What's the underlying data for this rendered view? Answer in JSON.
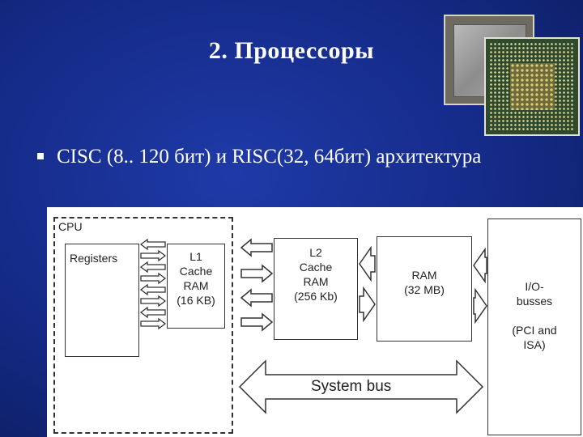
{
  "slide": {
    "title": "2. Процессоры",
    "bullets": [
      {
        "text": "CISC (8.. 120 бит) и RISC(32, 64бит) архитектура"
      }
    ]
  },
  "images": {
    "chip_back": "cpu-chip-lid-image",
    "chip_front": "cpu-chip-pins-image"
  },
  "diagram": {
    "cpu_label": "CPU",
    "registers": "Registers",
    "l1": "L1\nCache\nRAM\n(16 KB)",
    "l2": "L2\nCache\nRAM\n(256 Kb)",
    "ram": "RAM\n(32 MB)",
    "io": "I/O-\nbusses\n\n(PCI and\nISA)",
    "system_bus": "System bus"
  },
  "colors": {
    "background": "#142a86",
    "text": "#ffffff",
    "diagram_bg": "#ffffff"
  }
}
